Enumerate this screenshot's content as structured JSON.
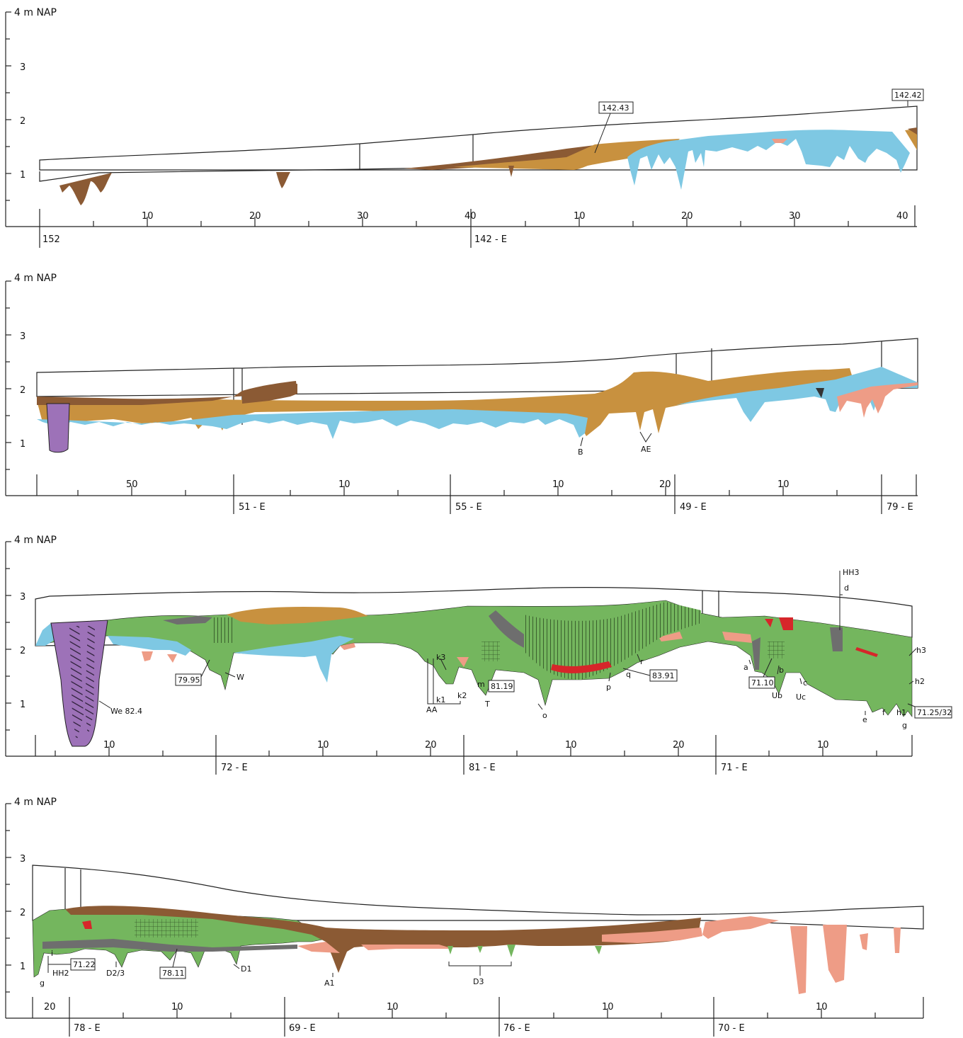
{
  "colors": {
    "brown": "#8B5A34",
    "ochre": "#C8913F",
    "blue": "#7EC8E3",
    "salmon": "#EE9C86",
    "green": "#74B65E",
    "purple": "#9D72B8",
    "grey": "#6E6E6E",
    "red": "#D6262A",
    "outline": "#222222"
  },
  "panels": [
    {
      "y_axis": {
        "title": "4 m NAP",
        "ticks": [
          "3",
          "2",
          "1"
        ]
      },
      "scale_numbers": [
        "10",
        "20",
        "30",
        "40",
        "10",
        "20",
        "30",
        "40"
      ],
      "section_labels": [
        "152",
        "142 - E"
      ],
      "boxed_labels": [
        "142.43",
        "142.42"
      ],
      "annotations": []
    },
    {
      "y_axis": {
        "title": "4 m NAP",
        "ticks": [
          "3",
          "2",
          "1"
        ]
      },
      "scale_numbers": [
        "50",
        "10",
        "10",
        "20",
        "10"
      ],
      "section_labels": [
        "51 - E",
        "55 - E",
        "49 - E",
        "79 - E"
      ],
      "boxed_labels": [],
      "annotations": [
        "B",
        "AE"
      ]
    },
    {
      "y_axis": {
        "title": "4 m NAP",
        "ticks": [
          "3",
          "2",
          "1"
        ]
      },
      "scale_numbers": [
        "10",
        "10",
        "20",
        "10",
        "20",
        "10"
      ],
      "section_labels": [
        "72 - E",
        "81 - E",
        "71 - E"
      ],
      "boxed_labels": [
        "79.95",
        "81.19",
        "83.91",
        "71.10",
        "71.25/32"
      ],
      "annotations": [
        "We 82.4",
        "W",
        "k3",
        "k1",
        "k2",
        "AA",
        "m",
        "T",
        "o",
        "p",
        "q",
        "r",
        "HH3",
        "d",
        "a",
        "b",
        "Ub",
        "c",
        "Uc",
        "e",
        "f",
        "h1",
        "g",
        "h2",
        "h3"
      ]
    },
    {
      "y_axis": {
        "title": "4 m NAP",
        "ticks": [
          "3",
          "2",
          "1"
        ]
      },
      "scale_numbers": [
        "20",
        "10",
        "10",
        "10",
        "10"
      ],
      "section_labels": [
        "78 - E",
        "69 - E",
        "76 - E",
        "70 - E"
      ],
      "boxed_labels": [
        "71.22",
        "78.11"
      ],
      "annotations": [
        "i",
        "HH2",
        "g",
        "D2/3",
        "D1",
        "A1",
        "D3"
      ]
    }
  ]
}
